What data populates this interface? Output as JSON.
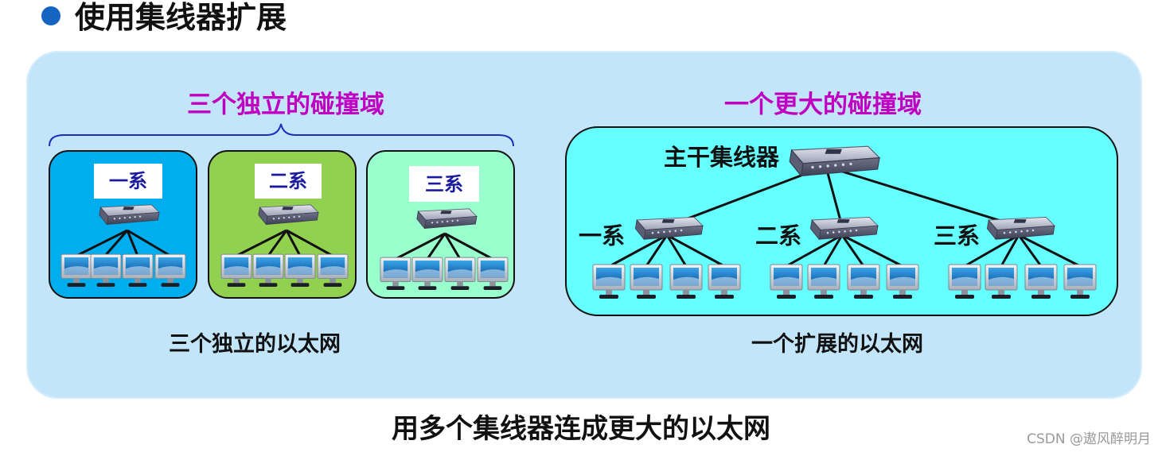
{
  "heading": "使用集线器扩展",
  "left": {
    "title": "三个独立的碰撞域",
    "networks": [
      {
        "label": "一系",
        "color": "#00aeef"
      },
      {
        "label": "二系",
        "color": "#92d050"
      },
      {
        "label": "三系",
        "color": "#99ffcc"
      }
    ],
    "caption": "三个独立的以太网"
  },
  "right": {
    "title": "一个更大的碰撞域",
    "backbone_label": "主干集线器",
    "departments": [
      "一系",
      "二系",
      "三系"
    ],
    "color": "#66ffff",
    "caption": "一个扩展的以太网"
  },
  "caption": "用多个集线器连成更大的以太网",
  "watermark": "CSDN @遨风醉明月",
  "colors": {
    "heading_dot": "#1565c0",
    "panel": "#c2e5fa",
    "magenta": "#c000c0",
    "tag_text": "#1a1aa0"
  }
}
